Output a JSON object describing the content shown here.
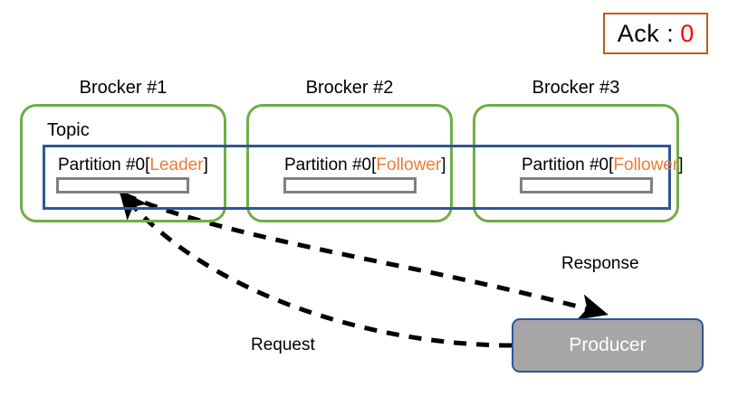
{
  "ack": {
    "label": "Ack :",
    "value": "0",
    "border_color": "#C55A11",
    "value_color": "#FF0000"
  },
  "brokers": [
    {
      "title": "Brocker #1",
      "partition": "Partition #0[",
      "role": "Leader",
      "partition_close": "]"
    },
    {
      "title": "Brocker #2",
      "partition": "Partition #0[",
      "role": "Follower",
      "partition_close": "]"
    },
    {
      "title": "Brocker #3",
      "partition": "Partition #0[",
      "role": "Follower",
      "partition_close": "]"
    }
  ],
  "topic": {
    "label": "Topic"
  },
  "producer": {
    "label": "Producer",
    "fill": "#A6A6A6",
    "border": "#2F5597",
    "text_color": "#FFFFFF"
  },
  "flows": [
    {
      "label": "Response",
      "direction": "broker-to-producer"
    },
    {
      "label": "Request",
      "direction": "producer-to-broker"
    }
  ],
  "colors": {
    "broker_border": "#70AD47",
    "partition_band_border": "#2F5597",
    "partition_bar_border": "#808080",
    "role_text": "#ED7D31",
    "background": "#FFFFFF",
    "arrow": "#000000"
  }
}
